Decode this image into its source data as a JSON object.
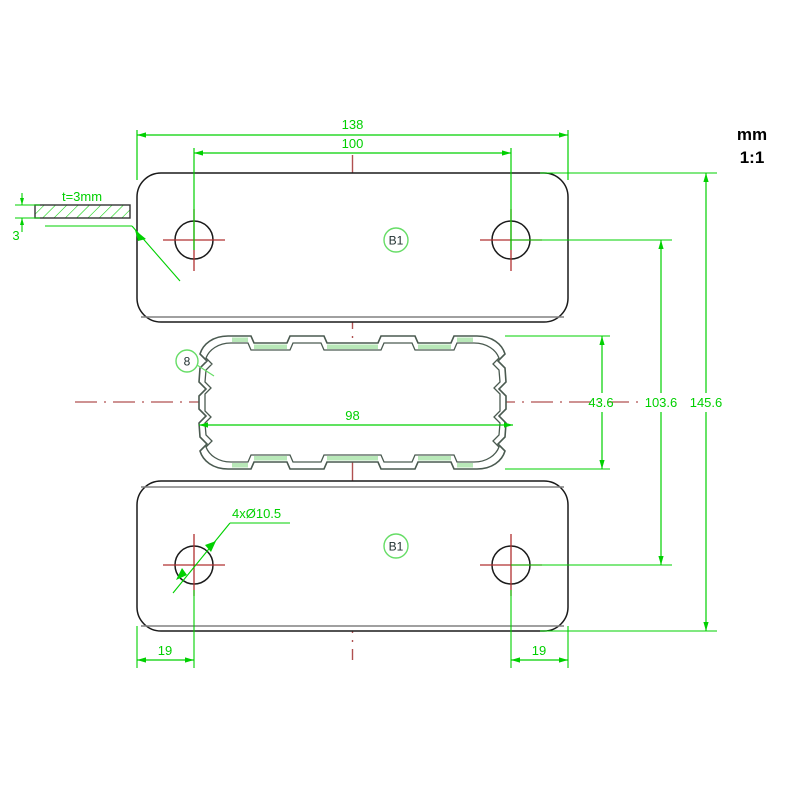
{
  "drawing": {
    "units_label": "mm",
    "scale_label": "1:1",
    "colors": {
      "dimension": "#00d000",
      "outline": "#1a1a1a",
      "centerline": "#b05050",
      "profile_fill": "#e8efe8",
      "background": "#ffffff"
    },
    "dimensions": {
      "overall_width": "138",
      "hole_spacing_width": "100",
      "profile_width": "98",
      "thickness_callout": "t=3mm",
      "thickness_value": "3",
      "hole_callout": "4xØ10.5",
      "edge_distance_left": "19",
      "edge_distance_right": "19",
      "profile_height": "43.6",
      "inner_height": "103.6",
      "overall_height": "145.6"
    },
    "balloons": [
      {
        "id": "balloon-top-plate",
        "label": "B1"
      },
      {
        "id": "balloon-profile",
        "label": "8"
      },
      {
        "id": "balloon-bottom-plate",
        "label": "B1"
      }
    ],
    "parts": {
      "top_plate_label": "B1",
      "bottom_plate_label": "B1",
      "profile_label": "8"
    }
  }
}
